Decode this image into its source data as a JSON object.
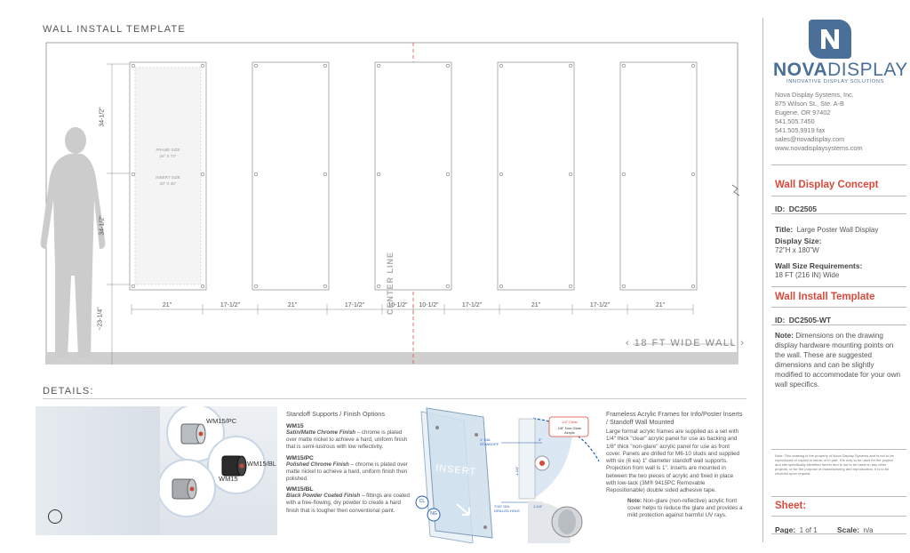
{
  "header": {
    "title": "WALL INSTALL TEMPLATE",
    "details": "DETAILS:"
  },
  "wall": {
    "height_top": "34-1/2\"",
    "height_mid": "34-1/2\"",
    "height_bottom": "~23-1/4\"",
    "frame_size_label": "FRAME SIZE",
    "frame_size_value": "24\" X 72\"",
    "insert_size_label": "INSERT SIZE",
    "insert_size_value": "20\" X 36\"",
    "center_line": "CENTER LINE",
    "wall_width": "18 FT WIDE WALL",
    "dims": [
      "21\"",
      "17-1/2\"",
      "21\"",
      "17-1/2\"",
      "10-1/2\"",
      "10-1/2\"",
      "17-1/2\"",
      "21\"",
      "17-1/2\"",
      "21\""
    ]
  },
  "standoffs": {
    "heading": "Standoff Supports / Finish Options",
    "items": [
      {
        "code": "WM15",
        "finish": "Satin/Matte Chrome Finish",
        "desc": " – chrome is plated over matte nickel to achieve a hard, uniform finish that is semi-lustrous with low reflectivity."
      },
      {
        "code": "WM15/PC",
        "finish": "Polished Chrome Finish",
        "desc": " – chrome is plated over matte nickel to achieve a hard, uniform finish then polished."
      },
      {
        "code": "WM15/BL",
        "finish": "Black Powder Coated Finish",
        "desc": " – fittings are coated with a free-flowing, dry powder to create a hard finish that is tougher then conventional paint."
      }
    ],
    "photo_labels": {
      "pc": "WM15/PC",
      "bl": "WM15/BL",
      "std": "WM15"
    }
  },
  "frames": {
    "heading": "Frameless Acrylic Frames for Info/Poster Inserts / Standoff Wall Mounted",
    "body": "Large format acrylic frames are supplied as a set with 1/4\" thick \"clear\" acrylic panel for use as backing and 1/8\" thick \"non-glare\" acrylic panel for use as front cover. Panels are drilled for M6-10 studs and supplied with six (6 ea) 1\" diameter standoff wall supports. Projection from wall is 1\". Inserts are mounted in between the two pieces of acrylic and fixed in place with low-tack (3M® 9415PC Removable Repositionable) double sided adhesive tape.",
    "note_label": "Note:",
    "note": " Non-glare (non-reflective) acrylic front cover helps to reduce the glare and provides a mild protection against harmful UV rays.",
    "insert_label": "INSERT",
    "cl": "CL",
    "ng": "NG",
    "callouts": [
      "1\" DIA. STANDOFF",
      "3\"",
      "1-1/4\"",
      "7/16\" DIA. DRILLED HOLE",
      "1-1/4\"",
      "1/4\" Clear",
      "1/8\" Non-Glare Acrylic"
    ]
  },
  "sidebar": {
    "brand_main": "NOVA",
    "brand_second": "DISPLAY",
    "tagline": "INNOVATIVE DISPLAY SOLUTIONS",
    "address": [
      "Nova Display Systems, Inc.",
      "875 Wilson St., Ste. A-B",
      "Eugene, OR 97402",
      "541.505.7450",
      "541.505.9919 fax",
      "sales@novadisplay.com",
      "www.novadisplaysystems.com"
    ],
    "concept_title": "Wall Display Concept",
    "id_label": "ID:",
    "id_value": "DC2505",
    "title_label": "Title:",
    "title_value": "Large Poster Wall Display",
    "size_label": "Display Size:",
    "size_value": "72\"H x 180\"W",
    "wallreq_label": "Wall Size Requirements:",
    "wallreq_value": "18 FT (216 IN) Wide",
    "template_title": "Wall Install Template",
    "template_id_label": "ID:",
    "template_id_value": "DC2505-WT",
    "note_label": "Note:",
    "note": " Dimensions on the drawing display hardware mounting points on the wall. These are suggested dimensions and can be slightly modified to accommodate for your own wall specifics.",
    "disclaimer": "Note: This drawing is the property of Nova Display Systems and is not to be reproduced or copied in whole or in part. It is only to be used for the project and site specifically identified herein and is not to be used on any other projects, or for the purpose of manufacturing and reproduction. It is to be returned upon request.",
    "sheet_title": "Sheet:",
    "page_label": "Page:",
    "page_value": "1 of 1",
    "scale_label": "Scale:",
    "scale_value": "n/a"
  },
  "colors": {
    "accent": "#d94a3d",
    "brand": "#4a6f99",
    "wall_floor": "#cfcfcf",
    "silhouette": "#cccccc"
  }
}
